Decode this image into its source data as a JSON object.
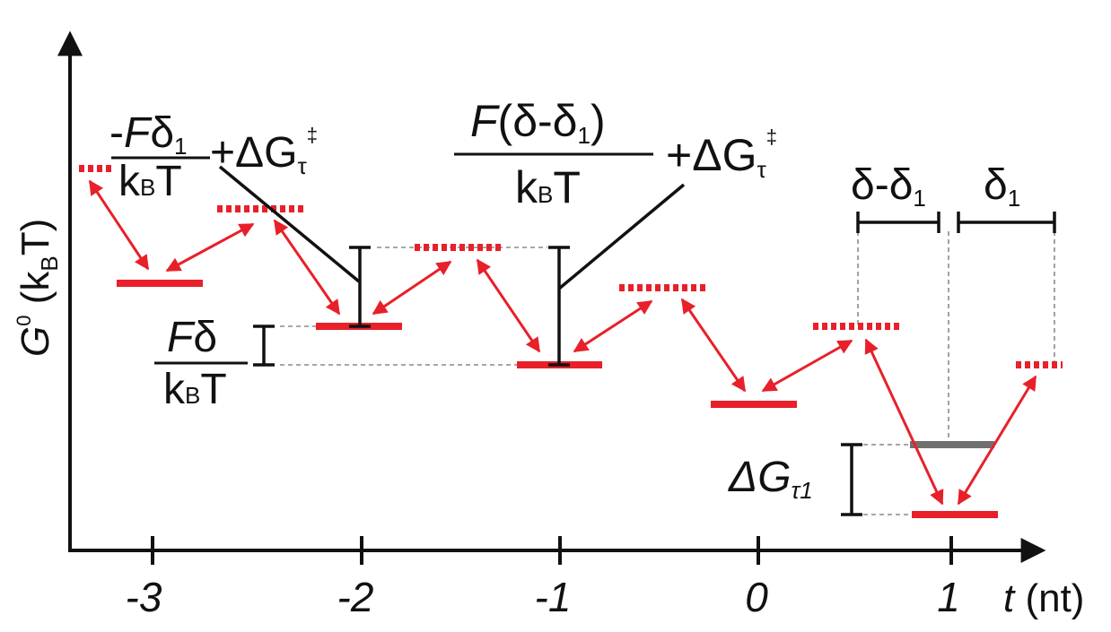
{
  "axes": {
    "y_symbol": "G",
    "y_superscript": "0",
    "y_unit_open": " (k",
    "y_unit_sub": "B",
    "y_unit_close": "T)",
    "x_symbol": "t",
    "x_unit": " (nt)",
    "x_ticks": [
      "-3",
      "-2",
      "-1",
      "0",
      "1"
    ]
  },
  "annotations": {
    "left_num_minus": "-",
    "left_num_F": "F",
    "left_num_delta": "δ",
    "left_num_sub": "1",
    "left_den_k": "k",
    "left_den_sub": "B",
    "left_den_T": "T",
    "left_plus": "+ΔG",
    "left_tau": "τ",
    "left_dagger": "‡",
    "mid_num_F": "F",
    "mid_num_open": "(δ-δ",
    "mid_num_sub": "1",
    "mid_num_close": ")",
    "mid_den_k": "k",
    "mid_den_sub": "B",
    "mid_den_T": "T",
    "mid_plus": "+ΔG",
    "mid_tau": "τ",
    "mid_dagger": "‡",
    "fd_num_F": "F",
    "fd_num_delta": "δ",
    "fd_den_k": "k",
    "fd_den_sub": "B",
    "fd_den_T": "T",
    "right1_delta": "δ-δ",
    "right1_sub": "1",
    "right2_delta": "δ",
    "right2_sub": "1",
    "bottom_DG": "ΔG",
    "bottom_sub": "τ1"
  },
  "colors": {
    "state": "#e8202a",
    "alt_state": "#707070",
    "axis": "#111111",
    "guide": "#8a8a8a"
  }
}
